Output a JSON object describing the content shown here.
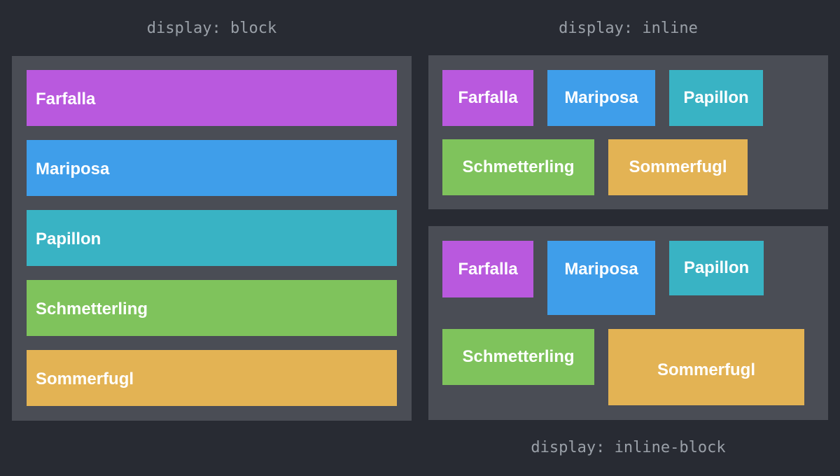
{
  "page": {
    "background": "#282b33",
    "panel_background": "#4a4d55",
    "title_color": "#9aa0a8",
    "box_text_color": "#ffffff"
  },
  "panels": {
    "block": {
      "title": "display: block",
      "items": [
        {
          "label": "Farfalla",
          "color": "#b959de"
        },
        {
          "label": "Mariposa",
          "color": "#3f9eea"
        },
        {
          "label": "Papillon",
          "color": "#39b3c4"
        },
        {
          "label": "Schmetterling",
          "color": "#7fc35c"
        },
        {
          "label": "Sommerfugl",
          "color": "#e3b354"
        }
      ]
    },
    "inline": {
      "title": "display: inline",
      "items": [
        {
          "label": "Farfalla",
          "color": "#b959de"
        },
        {
          "label": "Mariposa",
          "color": "#3f9eea"
        },
        {
          "label": "Papillon",
          "color": "#39b3c4"
        },
        {
          "label": "Schmetterling",
          "color": "#7fc35c"
        },
        {
          "label": "Sommerfugl",
          "color": "#e3b354"
        }
      ]
    },
    "inline_block": {
      "title": "display: inline-block",
      "items": [
        {
          "label": "Farfalla",
          "color": "#b959de"
        },
        {
          "label": "Mariposa",
          "color": "#3f9eea"
        },
        {
          "label": "Papillon",
          "color": "#39b3c4"
        },
        {
          "label": "Schmetterling",
          "color": "#7fc35c"
        },
        {
          "label": "Sommerfugl",
          "color": "#e3b354"
        }
      ]
    }
  }
}
